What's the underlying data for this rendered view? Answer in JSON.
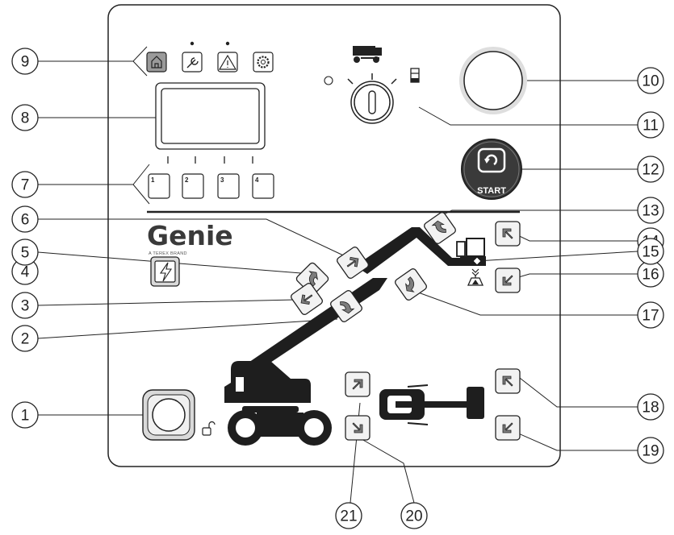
{
  "brand": {
    "logo": "Genie",
    "tagline": "A TEREX BRAND"
  },
  "start_label": "START",
  "keypad": [
    "1",
    "2",
    "3",
    "4"
  ],
  "callouts": [
    "1",
    "2",
    "3",
    "4",
    "5",
    "6",
    "7",
    "8",
    "9",
    "10",
    "11",
    "12",
    "13",
    "14",
    "15",
    "16",
    "17",
    "18",
    "19",
    "20",
    "21"
  ],
  "colors": {
    "outline": "#222222",
    "button_fill": "#f2f2f2",
    "key_fill": "#ffffff",
    "start_fill": "#3a3a3a",
    "estop_ring": "#d6d6d6"
  }
}
